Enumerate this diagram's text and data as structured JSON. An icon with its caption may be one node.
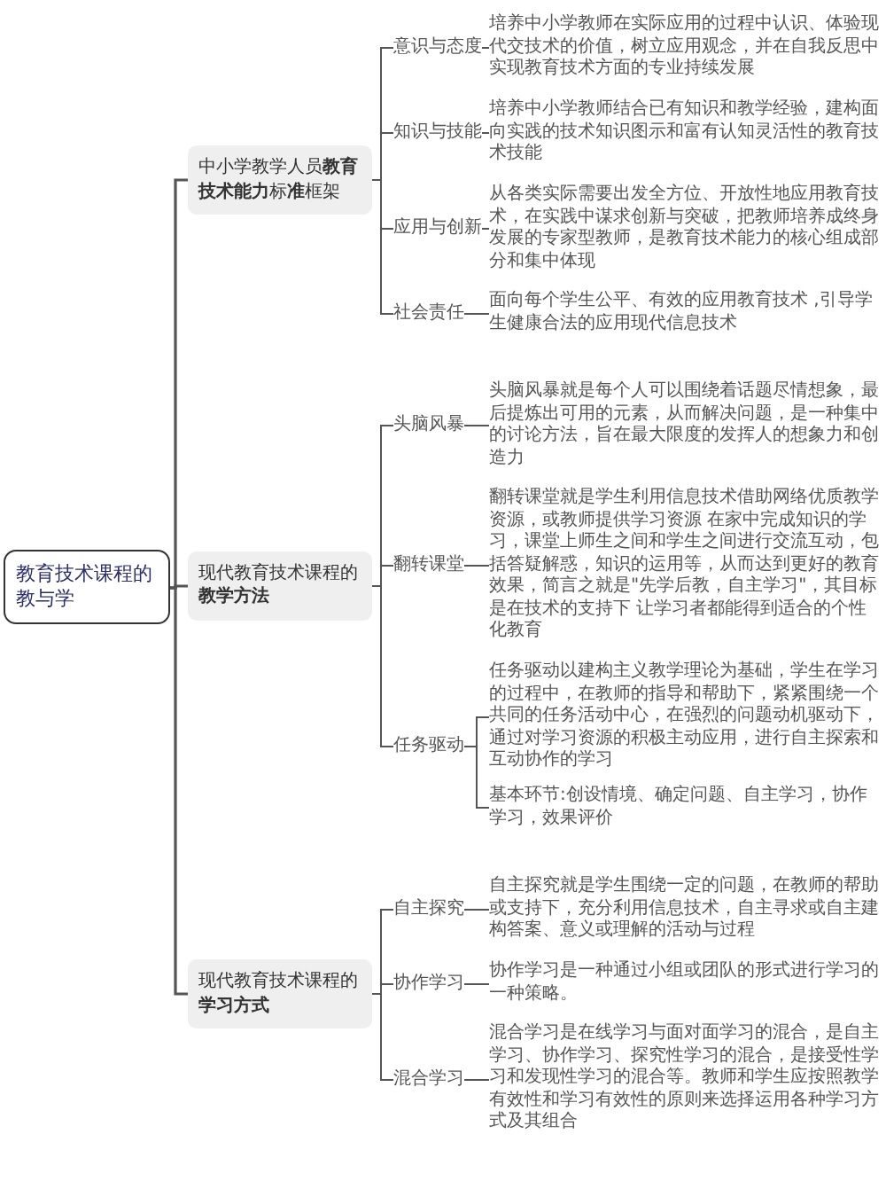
{
  "diagram": {
    "nodes": [
      {
        "text": [
          "教育技术课程的教与学"
        ]
      },
      {
        "text": [
          "中小学教学人员**教育技术能力**标**准**框架"
        ]
      },
      {
        "text": [
          "意识与态度"
        ]
      },
      {
        "text": [
          "培养中小学教师在实际应用的过程中认识、体验现代交技术的价值，树立应用观念，并在自我反思中实现教育技术方面的专业持续发展"
        ]
      },
      {
        "text": [
          "知识与技能"
        ]
      },
      {
        "text": [
          "培养中小学教师结合已有知识和教学经验，建构面向实践的技术知识图示和富有认知灵活性的教育技术技能"
        ]
      },
      {
        "text": [
          "应用与创新"
        ]
      },
      {
        "text": [
          "从各类实际需要出发全方位、开放性地应用教育技术，在实践中谋求创新与突破，把教师培养成终身发展的专家型教师，是教育技术能力的核心组成部分和集中体现"
        ]
      },
      {
        "text": [
          "社会责任"
        ]
      },
      {
        "text": [
          "面向每个学生公平、有效的应用教育技术 ,引导学生健康合法的应用现代信息技术"
        ]
      },
      {
        "text": [
          "现代教育技术课程的**教学方法**"
        ]
      },
      {
        "text": [
          "头脑风暴"
        ]
      },
      {
        "text": [
          "头脑风暴就是每个人可以围绕着话题尽情想象，最后提炼出可用的元素，从而解决问题，是一种集中的讨论方法，旨在最大限度的发挥人的想象力和创造力"
        ]
      },
      {
        "text": [
          "翻转课堂"
        ]
      },
      {
        "text": [
          "翻转课堂就是学生利用信息技术借助网络优质教学资源，或教师提供学习资源 在家中完成知识的学习，课堂上师生之间和学生之间进行交流互动，包括答疑解惑，知识的运用等，从而达到更好的教育效果，简言之就是\"先学后教，自主学习\"，其目标是在技术的支持下 让学习者都能得到适合的个性化教育"
        ]
      },
      {
        "text": [
          "任务驱动"
        ]
      },
      {
        "text": [
          "任务驱动以建构主义教学理论为基础，学生在学习的过程中，在教师的指导和帮助下，紧紧围绕一个共同的任务活动中心，在强烈的问题动机驱动下，通过对学习资源的积极主动应用，进行自主探索和互动协作的学习"
        ]
      },
      {
        "text": [
          "基本环节:创设情境、确定问题、自主学习，协作学习，效果评价"
        ]
      },
      {
        "text": [
          "现代教育技术课程的**学习方式**"
        ]
      },
      {
        "text": [
          "自主探究"
        ]
      },
      {
        "text": [
          "自主探究就是学生围绕一定的问题，在教师的帮助或支持下，充分利用信息技术，自主寻求或自主建构答案、意义或理解的活动与过程"
        ]
      },
      {
        "text": [
          "协作学习"
        ]
      },
      {
        "text": [
          "协作学习是一种通过小组或团队的形式进行学习的一种策略。"
        ]
      },
      {
        "text": [
          "混合学习"
        ]
      },
      {
        "text": [
          "混合学习是在线学习与面对面学习的混合，是自主学习、协作学习、探究性学习的混合，是接受性学习和发现性学习的混合等。教师和学生应按照教学有效性和学习有效性的原则来选择运用各种学习方式及其组合"
        ]
      }
    ],
    "edges": [
      {
        "from": 0,
        "to": 1,
        "arrow": "none"
      },
      {
        "from": 0,
        "to": 10,
        "arrow": "none"
      },
      {
        "from": 0,
        "to": 18,
        "arrow": "none"
      },
      {
        "from": 1,
        "to": 2,
        "arrow": "none"
      },
      {
        "from": 1,
        "to": 4,
        "arrow": "none"
      },
      {
        "from": 1,
        "to": 6,
        "arrow": "none"
      },
      {
        "from": 1,
        "to": 8,
        "arrow": "none"
      },
      {
        "from": 2,
        "to": 3,
        "arrow": "none"
      },
      {
        "from": 4,
        "to": 5,
        "arrow": "none"
      },
      {
        "from": 6,
        "to": 7,
        "arrow": "none"
      },
      {
        "from": 8,
        "to": 9,
        "arrow": "none"
      },
      {
        "from": 10,
        "to": 11,
        "arrow": "none"
      },
      {
        "from": 10,
        "to": 13,
        "arrow": "none"
      },
      {
        "from": 10,
        "to": 15,
        "arrow": "none"
      },
      {
        "from": 11,
        "to": 12,
        "arrow": "none"
      },
      {
        "from": 13,
        "to": 14,
        "arrow": "none"
      },
      {
        "from": 15,
        "to": 16,
        "arrow": "none"
      },
      {
        "from": 15,
        "to": 17,
        "arrow": "none"
      },
      {
        "from": 18,
        "to": 19,
        "arrow": "none"
      },
      {
        "from": 18,
        "to": 21,
        "arrow": "none"
      },
      {
        "from": 18,
        "to": 23,
        "arrow": "none"
      },
      {
        "from": 19,
        "to": 20,
        "arrow": "none"
      },
      {
        "from": 21,
        "to": 22,
        "arrow": "none"
      },
      {
        "from": 23,
        "to": 24,
        "arrow": "none"
      }
    ]
  }
}
